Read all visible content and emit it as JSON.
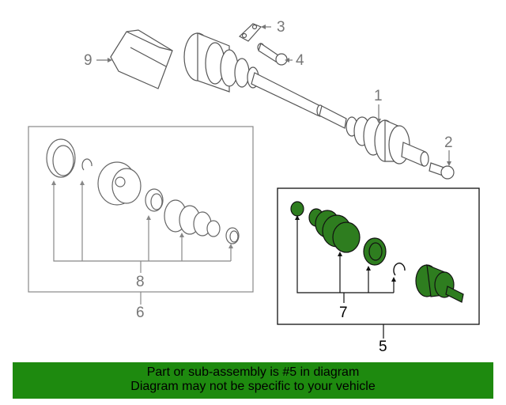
{
  "diagram": {
    "callouts": {
      "c1": "1",
      "c2": "2",
      "c3": "3",
      "c4": "4",
      "c5": "5",
      "c6": "6",
      "c7": "7",
      "c8": "8",
      "c9": "9"
    },
    "highlight_color": "#2e7d1f",
    "footer_color": "#1e8a0f"
  },
  "footer": {
    "line1": "Part or sub-assembly is #5 in diagram",
    "line2": "Diagram may not be specific to your vehicle"
  }
}
